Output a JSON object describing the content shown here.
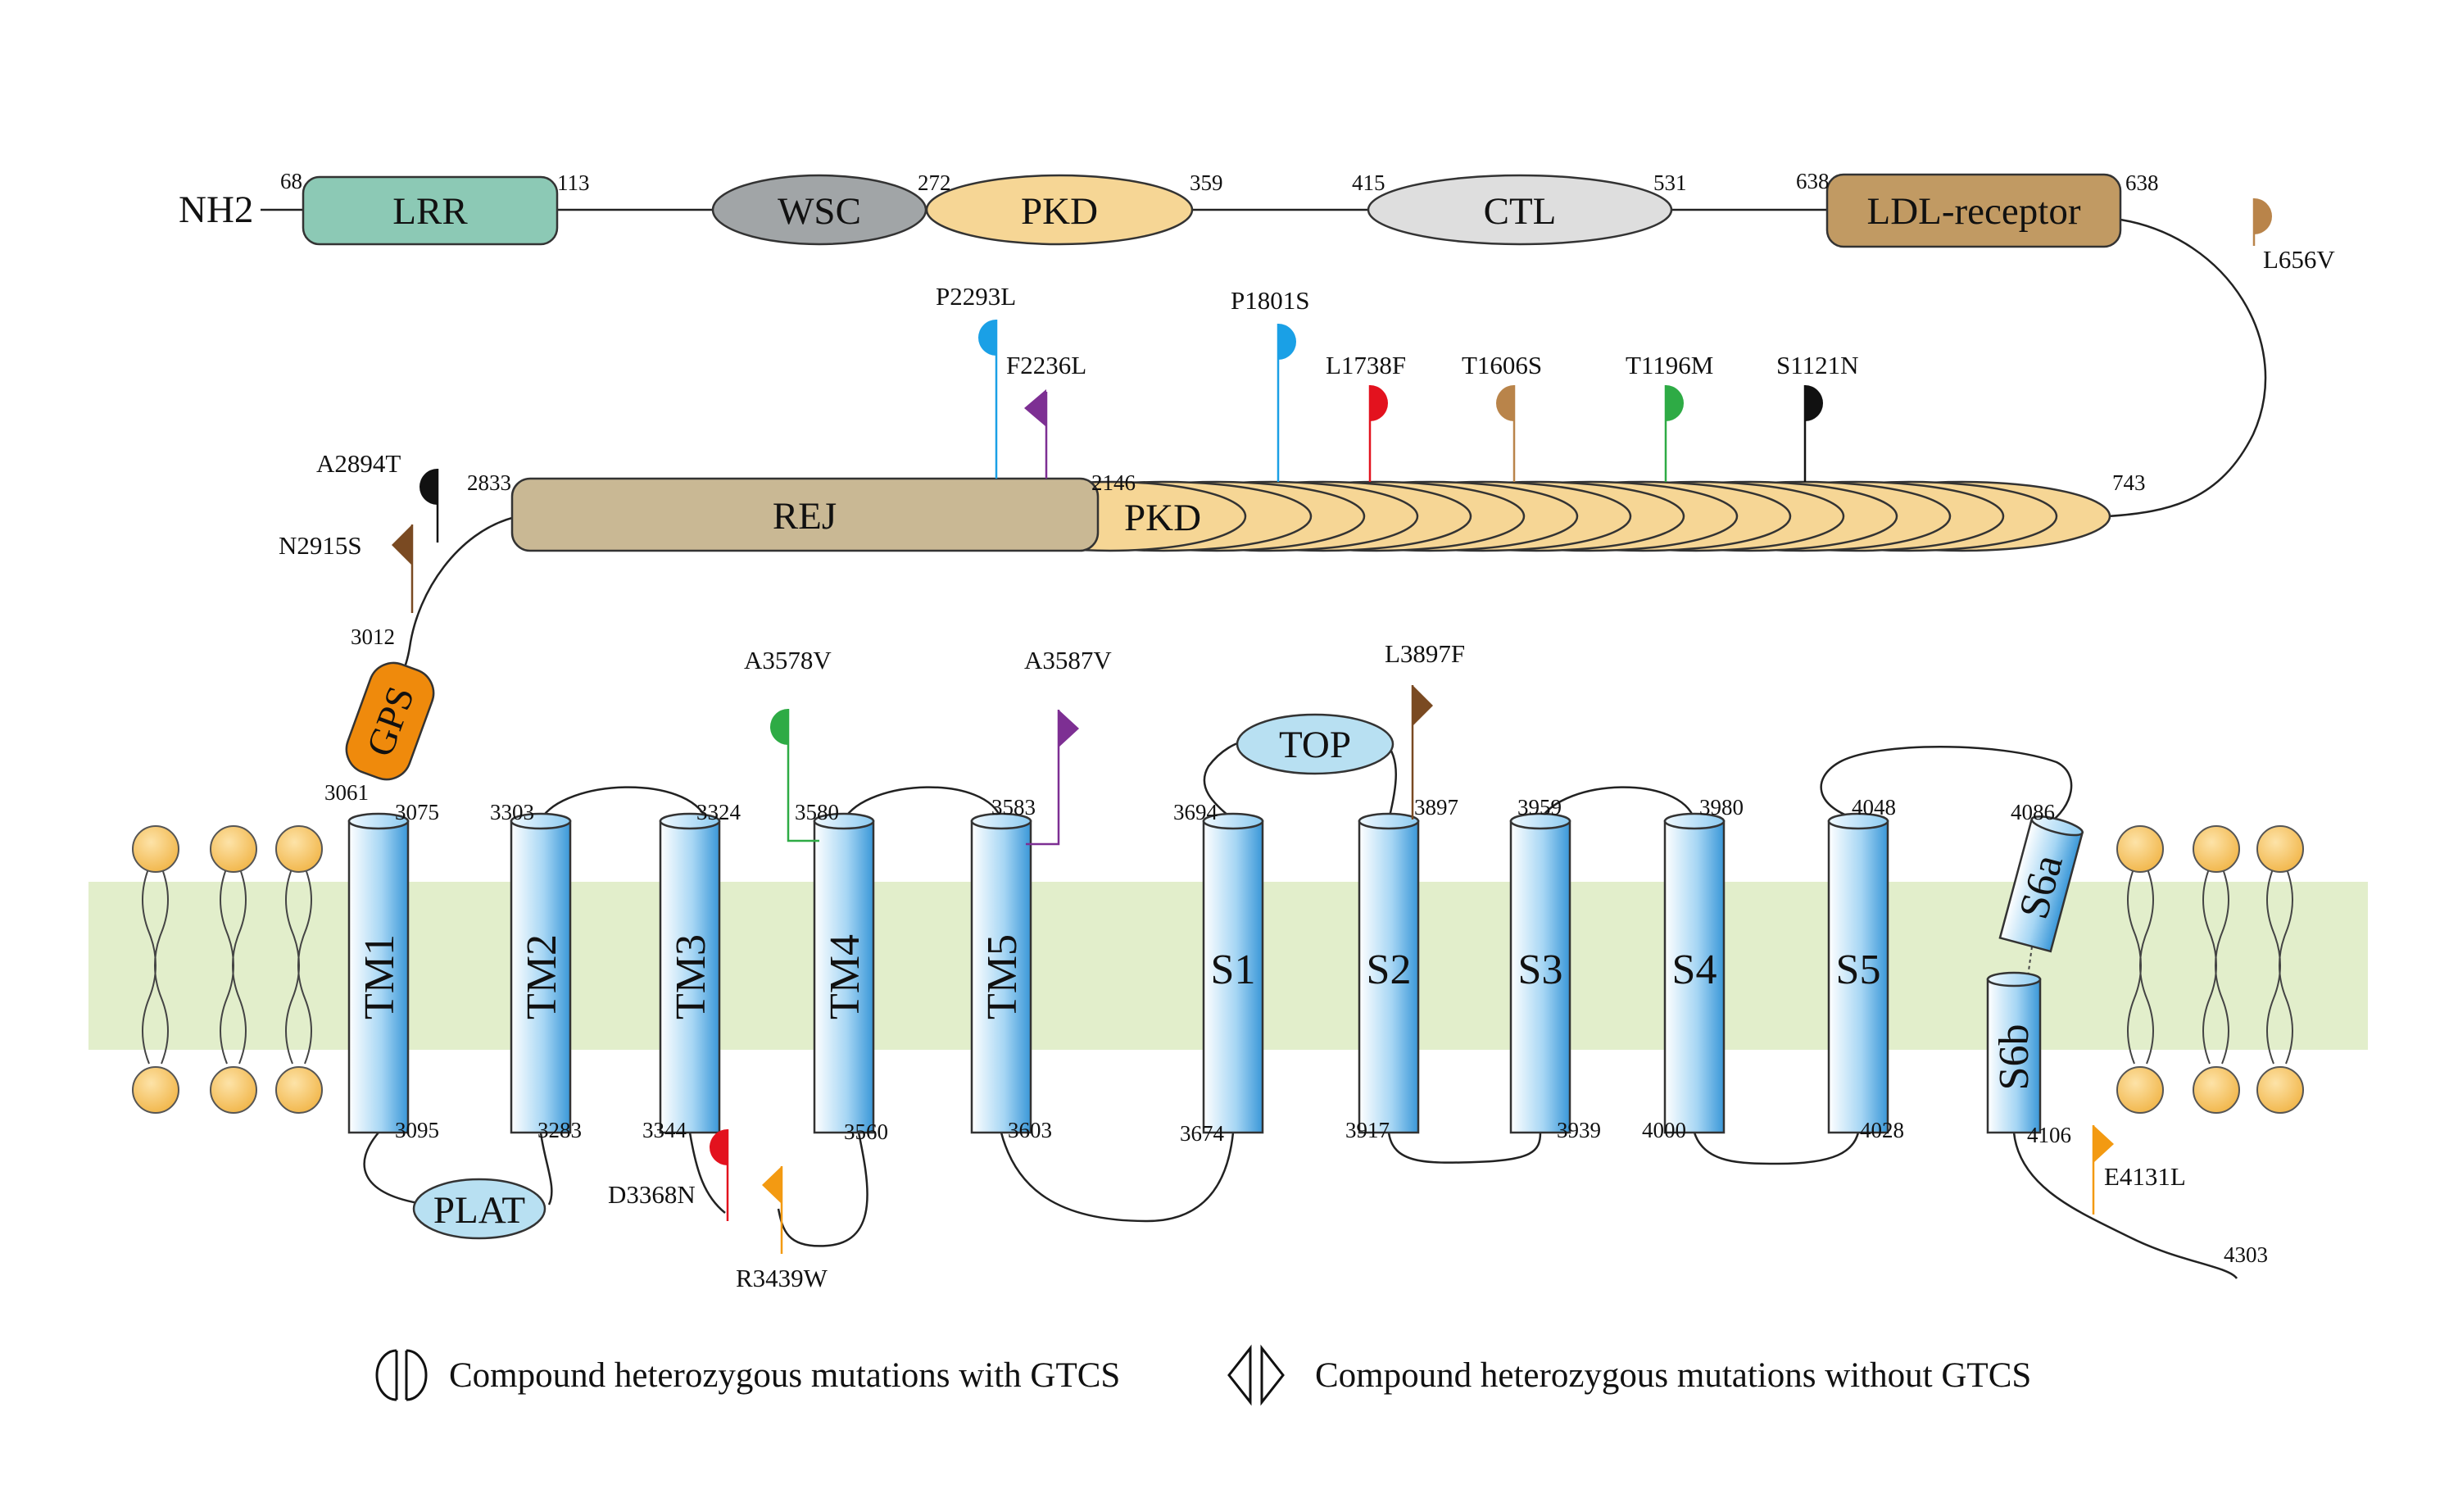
{
  "diagram": {
    "n_terminus": "NH2",
    "colors": {
      "membrane": "#e2eecb",
      "helix": "#85c6ee",
      "lipid_head": "#f7c667",
      "LRR": "#8cc9b5",
      "WSC": "#a1a5a7",
      "PKD": "#f6d695",
      "CTL": "#dedede",
      "LDL": "#c19a63",
      "REJ": "#c9b894",
      "GPS": "#ef8a0c",
      "PLAT_TOP": "#b8e0f2",
      "blue": "#1aa0e6",
      "purple": "#7d2f93",
      "red": "#e3121e",
      "tan": "#b9844a",
      "green": "#2eab45",
      "black": "#111111",
      "brown": "#7a4a22",
      "orange": "#f39a12"
    },
    "domains": {
      "LRR": "LRR",
      "WSC": "WSC",
      "PKD_top": "PKD",
      "CTL": "CTL",
      "LDL": "LDL-receptor",
      "REJ": "REJ",
      "PKD_repeats": "PKD",
      "GPS": "GPS",
      "PLAT": "PLAT",
      "TOP": "TOP"
    },
    "segments": [
      "TM1",
      "TM2",
      "TM3",
      "TM4",
      "TM5",
      "S1",
      "S2",
      "S3",
      "S4",
      "S5",
      "S6a",
      "S6b"
    ],
    "positions": {
      "p68": "68",
      "p113": "113",
      "p272": "272",
      "p359": "359",
      "p415": "415",
      "p531": "531",
      "p638a": "638",
      "p638b": "638",
      "p743": "743",
      "p2146": "2146",
      "p2833": "2833",
      "p3012": "3012",
      "p3061": "3061",
      "p3075": "3075",
      "p3095": "3095",
      "p3303": "3303",
      "p3283": "3283",
      "p3324": "3324",
      "p3344": "3344",
      "p3580": "3580",
      "p3560": "3560",
      "p3583": "3583",
      "p3603": "3603",
      "p3694": "3694",
      "p3674": "3674",
      "p3897": "3897",
      "p3917": "3917",
      "p3959": "3959",
      "p3939": "3939",
      "p3980": "3980",
      "p4000": "4000",
      "p4048": "4048",
      "p4028": "4028",
      "p4086": "4086",
      "p4106": "4106",
      "p4303": "4303"
    },
    "mutations": [
      {
        "label": "L656V",
        "shape": "semicircle",
        "color": "tan"
      },
      {
        "label": "P2293L",
        "shape": "semicircle",
        "color": "blue"
      },
      {
        "label": "F2236L",
        "shape": "triangle",
        "color": "purple"
      },
      {
        "label": "P1801S",
        "shape": "semicircle",
        "color": "blue"
      },
      {
        "label": "L1738F",
        "shape": "semicircle",
        "color": "red"
      },
      {
        "label": "T1606S",
        "shape": "semicircle",
        "color": "tan"
      },
      {
        "label": "T1196M",
        "shape": "semicircle",
        "color": "green"
      },
      {
        "label": "S1121N",
        "shape": "semicircle",
        "color": "black"
      },
      {
        "label": "A2894T",
        "shape": "semicircle",
        "color": "black"
      },
      {
        "label": "N2915S",
        "shape": "triangle",
        "color": "brown"
      },
      {
        "label": "A3578V",
        "shape": "semicircle",
        "color": "green"
      },
      {
        "label": "A3587V",
        "shape": "triangle",
        "color": "purple"
      },
      {
        "label": "L3897F",
        "shape": "triangle",
        "color": "brown"
      },
      {
        "label": "D3368N",
        "shape": "semicircle",
        "color": "red"
      },
      {
        "label": "R3439W",
        "shape": "triangle",
        "color": "orange"
      },
      {
        "label": "E4131L",
        "shape": "triangle",
        "color": "orange"
      }
    ],
    "legend": [
      {
        "icon": "split-circle-icon",
        "text": "Compound heterozygous mutations with GTCS"
      },
      {
        "icon": "split-diamond-icon",
        "text": "Compound heterozygous mutations without GTCS"
      }
    ]
  }
}
